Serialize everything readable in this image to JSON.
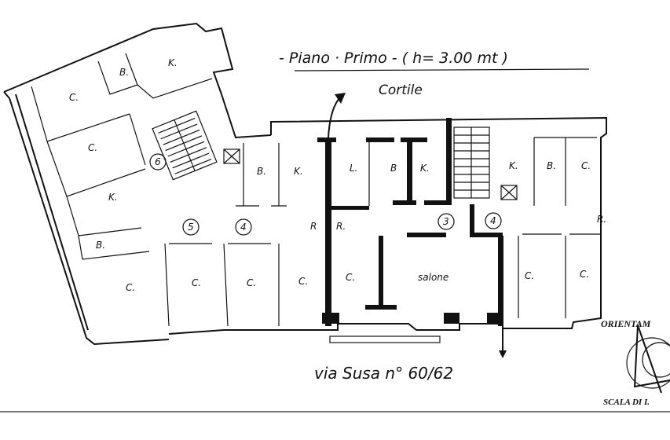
{
  "title": "- Piano · Primo - ( h= 3.00 mt )",
  "courtyard_label": "Cortile",
  "street_label": "via Susa n° 60/62",
  "orientation_label": "ORIENTAM",
  "scale_label": "SCALA DI I.",
  "rooms": {
    "left_wing": [
      "C.",
      "C.",
      "K.",
      "B.",
      "K.",
      "B."
    ],
    "upper_row": [
      "B.",
      "K.",
      "L.",
      "B",
      "K.",
      "K.",
      "B.",
      "C."
    ],
    "utility": [
      "R",
      "R.",
      "R."
    ],
    "lower_row": [
      "C.",
      "C.",
      "C.",
      "C.",
      "C.",
      "salone",
      "C.",
      "C."
    ]
  },
  "stair_numbers": [
    "6",
    "5",
    "4",
    "3",
    "4"
  ]
}
